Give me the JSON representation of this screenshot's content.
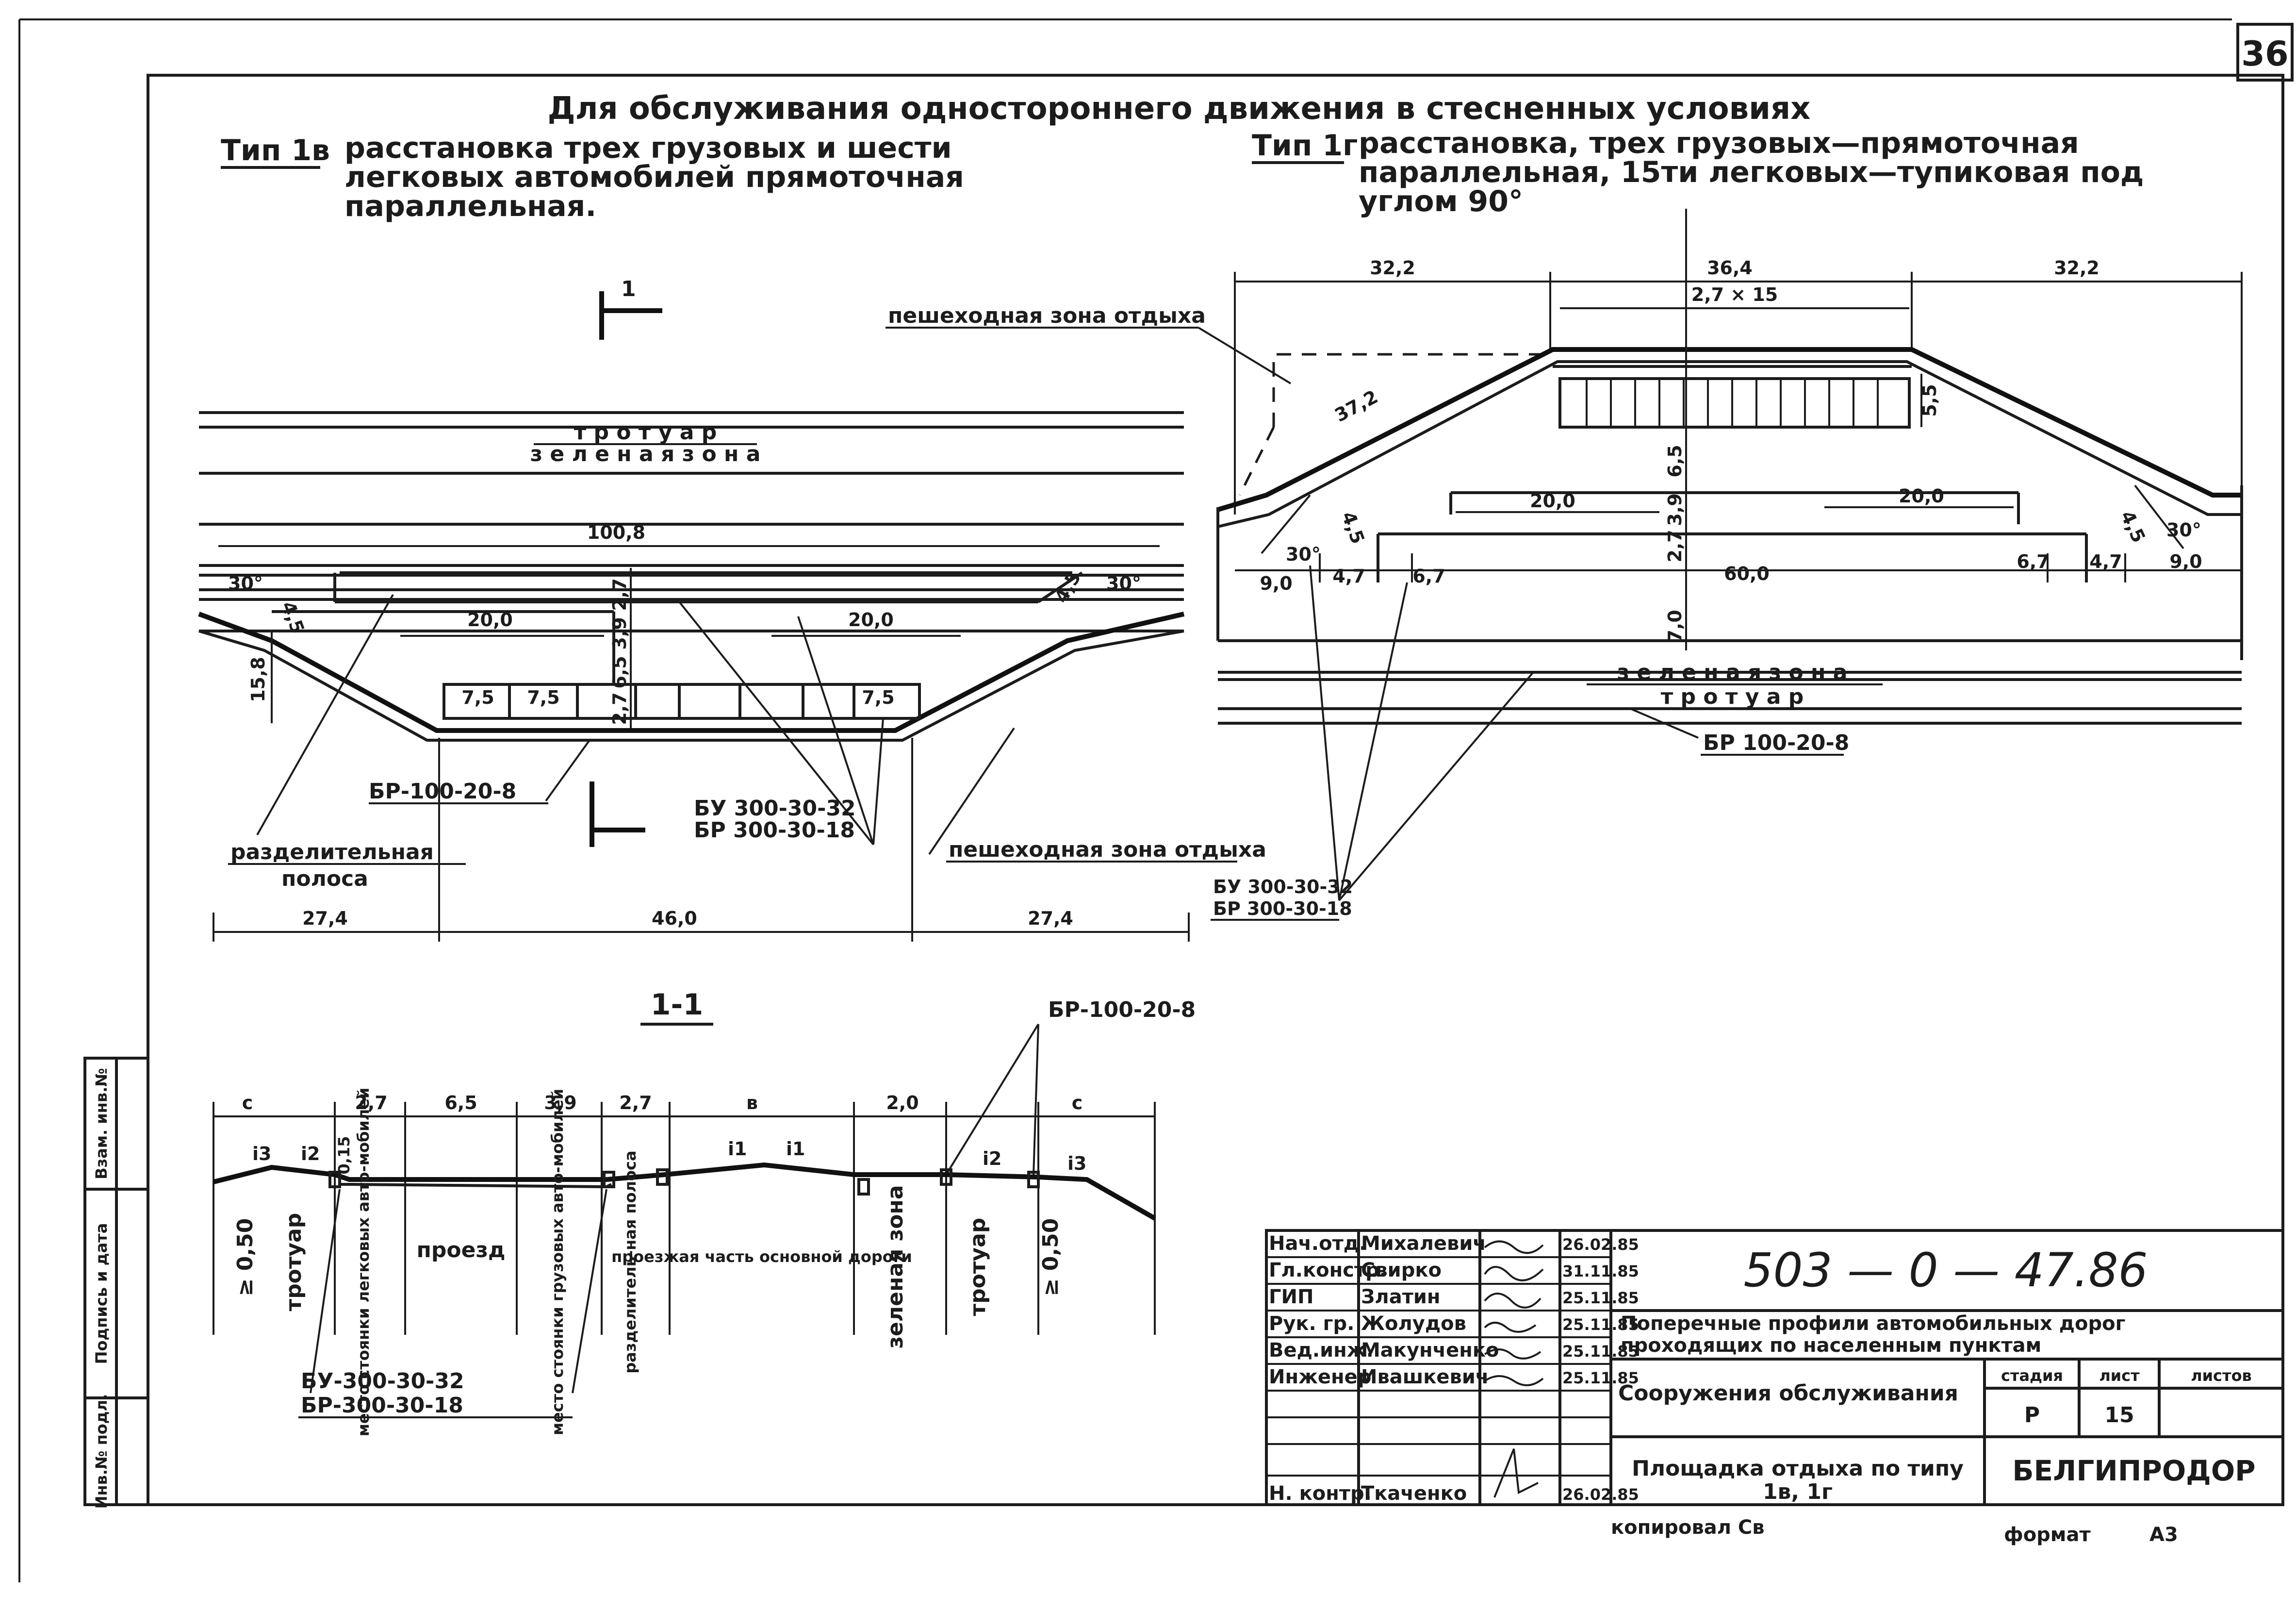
{
  "sheet_number": "36",
  "heading": "Для обслуживания одностороннего движения в стесненных условиях",
  "type_1v": {
    "tag": "Тип 1в",
    "desc_lines": [
      "расстановка трех грузовых и шести",
      "легковых автомобилей прямоточная",
      "параллельная."
    ],
    "section_mark": "1",
    "sidewalk": "т р о т у а р",
    "green_zone": "з е л е н а я   з о н а",
    "dim_total": "100,8",
    "angle_left": "30°",
    "angle_right": "30°",
    "dim_45_left": "4,5",
    "dim_45_right": "4,5",
    "dim_20_left": "20,0",
    "dim_20_right": "20,0",
    "dim_75_a": "7,5",
    "dim_75_b": "7,5",
    "dim_75_c": "7,5",
    "dim_158": "15,8",
    "dim_v_27a": "2,7",
    "dim_v_39": "3,9",
    "dim_v_65": "6,5",
    "dim_v_27b": "2,7",
    "label_br": "БР-100-20-8",
    "label_bu_1": "БУ 300-30-32",
    "label_bu_2": "БР 300-30-18",
    "label_divider_1": "разделительная",
    "label_divider_2": "полоса",
    "label_ped": "пешеходная зона отдыха",
    "dim_274_left": "27,4",
    "dim_460": "46,0",
    "dim_274_right": "27,4"
  },
  "type_1g": {
    "tag": "Тип 1г",
    "desc_lines": [
      "расстановка, трех грузовых—прямоточная",
      "параллельная, 15ти легковых—тупиковая под",
      "углом 90°"
    ],
    "dim_322_left": "32,2",
    "dim_364": "36,4",
    "dim_322_right": "32,2",
    "dim_27x15": "2,7 × 15",
    "label_ped": "пешеходная зона отдыха",
    "dim_372": "37,2",
    "dim_55": "5,5",
    "dim_v_65": "6,5",
    "dim_v_39": "3,9",
    "dim_v_27": "2,7",
    "dim_v_70": "7,0",
    "dim_20_left": "20,0",
    "dim_20_right": "20,0",
    "dim_600": "60,0",
    "dim_45_left": "4,5",
    "dim_45_right": "4,5",
    "angle_left": "30°",
    "angle_right": "30°",
    "dim_90_left": "9,0",
    "dim_47_left": "4,7",
    "dim_67_left": "6,7",
    "dim_67_right": "6,7",
    "dim_47_right": "4,7",
    "dim_90_right": "9,0",
    "green_zone": "з е л е н а я   з о н а",
    "sidewalk": "т р о т у а р",
    "label_br": "БР 100-20-8",
    "label_bu_1": "БУ 300-30-32",
    "label_bu_2": "БР 300-30-18"
  },
  "section": {
    "title": "1-1",
    "label_br": "БР-100-20-8",
    "dims": [
      "с",
      "2,7",
      "6,5",
      "3,9",
      "2,7",
      "в",
      "2,0",
      "с"
    ],
    "slopes": [
      "i3",
      "i2",
      "i1",
      "i1",
      "i2",
      "i3"
    ],
    "h_015": "0,15",
    "h_050_left": "≥ 0,50",
    "h_050_right": "≥ 0,50",
    "zones": [
      "тротуар",
      "место стоянки легковых авто-мобилей",
      "проезд",
      "место стоянки грузовых авто-мобилей",
      "разделитель-ная полоса",
      "проезжая часть основной дороги",
      "зеленая зона",
      "тротуар"
    ],
    "label_bu_1": "БУ-300-30-32",
    "label_bu_2": "БР-300-30-18"
  },
  "side_stamp": [
    "Инв.№ подл.",
    "Подпись и дата",
    "Взам. инв.№"
  ],
  "title_block": {
    "rows": [
      {
        "role": "Нач.отд.",
        "name": "Михалевич",
        "date": "26.02.85"
      },
      {
        "role": "Гл.констр.",
        "name": "Свирко",
        "date": "31.11.85"
      },
      {
        "role": "ГИП",
        "name": "Златин",
        "date": "25.11.85"
      },
      {
        "role": "Рук. гр.",
        "name": "Жолудов",
        "date": "25.11.85"
      },
      {
        "role": "Вед.инж.",
        "name": "Макунченко",
        "date": "25.11.85"
      },
      {
        "role": "Инженер",
        "name": "Ивашкевич",
        "date": "25.11.85"
      },
      {
        "role": "",
        "name": "",
        "date": ""
      },
      {
        "role": "",
        "name": "",
        "date": ""
      },
      {
        "role": "",
        "name": "",
        "date": ""
      },
      {
        "role": "Н. контр.",
        "name": "Ткаченко",
        "date": "26.02.85"
      }
    ],
    "doc_code": "503 — 0 — 47.86",
    "doc_title_1": "Поперечные профили автомобильных дорог",
    "doc_title_2": "проходящих по населенным пунктам",
    "section_name": "Сооружения обслуживания",
    "sheet_title_1": "Площадка отдыха по типу",
    "sheet_title_2": "1в, 1г",
    "hdr_stage": "стадия",
    "hdr_sheet": "лист",
    "hdr_sheets": "листов",
    "stage": "Р",
    "sheet": "15",
    "sheets": "",
    "org": "БЕЛГИПРОДОР",
    "copied": "копировал Св",
    "format_label": "формат",
    "format_value": "А3"
  }
}
